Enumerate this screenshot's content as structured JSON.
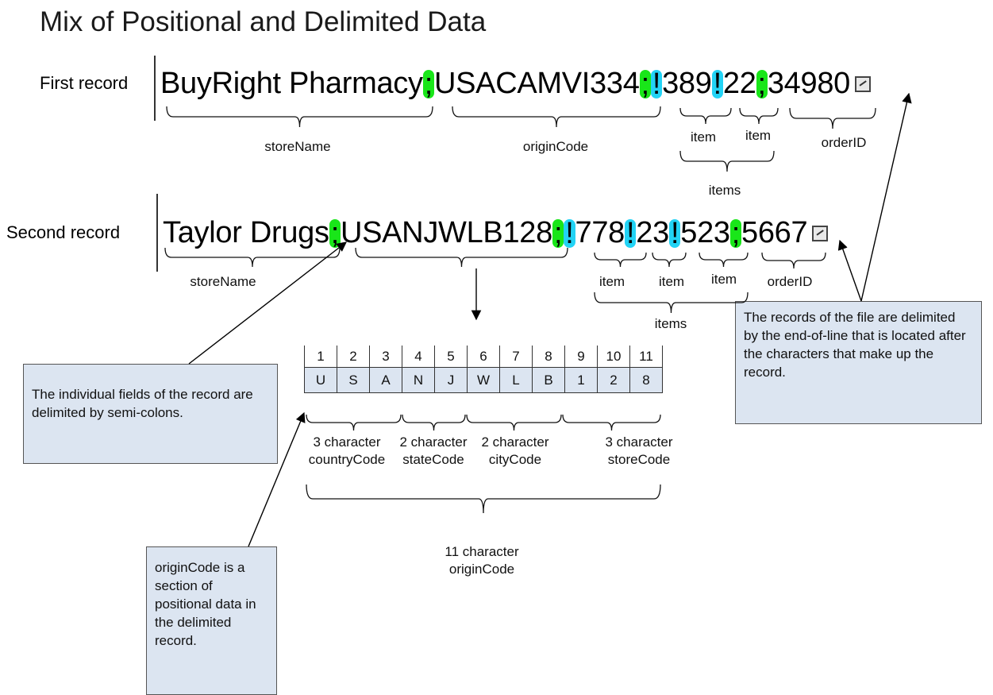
{
  "title": "Mix of Positional and Delimited Data",
  "records": [
    {
      "label": "First record",
      "storeName": "BuyRight Pharmacy",
      "originCode": "USACAMVI334",
      "items": [
        "389",
        "22"
      ],
      "orderID": "34980",
      "delimiters": {
        "field": ";",
        "item": "!"
      }
    },
    {
      "label": "Second record",
      "storeName": "Taylor Drugs",
      "originCode": "USANJWLB128",
      "items": [
        "778",
        "23",
        "523"
      ],
      "orderID": "5667",
      "delimiters": {
        "field": ";",
        "item": "!"
      }
    }
  ],
  "brace_labels": {
    "storeName": "storeName",
    "originCode": "originCode",
    "item": "item",
    "items": "items",
    "orderID": "orderID"
  },
  "positions": [
    "1",
    "2",
    "3",
    "4",
    "5",
    "6",
    "7",
    "8",
    "9",
    "10",
    "11"
  ],
  "characters": [
    "U",
    "S",
    "A",
    "N",
    "J",
    "W",
    "L",
    "B",
    "1",
    "2",
    "8"
  ],
  "segments": [
    {
      "line1": "3 character",
      "line2": "countryCode"
    },
    {
      "line1": "2 character",
      "line2": "stateCode"
    },
    {
      "line1": "2 character",
      "line2": "cityCode"
    },
    {
      "line1": "3 character",
      "line2": "storeCode"
    }
  ],
  "total": {
    "line1": "11 character",
    "line2": "originCode"
  },
  "callouts": {
    "semicolons": "The individual fields of the record are delimited by semi-colons.",
    "positional": "originCode is a section of positional data in the delimited record.",
    "eol": "The records of the file are delimited by the end-of-line that is located after the characters that make up the record."
  },
  "colors": {
    "field_delimiter": "#19e619",
    "item_delimiter": "#22d3f5",
    "callout_fill": "#dce5f1"
  },
  "icons": {
    "end_of_line": "end-of-line-icon"
  }
}
